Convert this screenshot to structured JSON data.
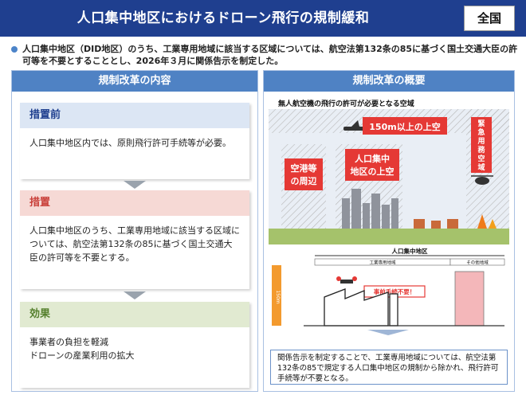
{
  "header": {
    "title": "人口集中地区におけるドローン飛行の規制緩和",
    "badge": "全国"
  },
  "intro": {
    "text": "人口集中地区（DID地区）のうち、工業専用地域に該当する区域については、航空法第132条の85に基づく国土交通大臣の許可等を不要とすることとし、2026年３月に関係告示を制定した。"
  },
  "left_panel": {
    "heading": "規制改革の内容",
    "boxes": [
      {
        "title": "措置前",
        "body": "人口集中地区内では、原則飛行許可手続等が必要。"
      },
      {
        "title": "措置",
        "body": "人口集中地区のうち、工業専用地域に該当する区域については、航空法第132条の85に基づく国土交通大臣の許可等を不要とする。"
      },
      {
        "title": "効果",
        "line1": "事業者の負担を軽減",
        "line2": "ドローンの産業利用の拡大"
      }
    ]
  },
  "right_panel": {
    "heading": "規制改革の概要",
    "scene_title": "無人航空機の飛行の許可が必要となる空域",
    "labels": {
      "airport": [
        "空港等",
        "の周辺"
      ],
      "did": [
        "人口集中",
        "地区の上空"
      ],
      "height": "150m以上の上空",
      "emergency": [
        "緊",
        "急",
        "用",
        "務",
        "空",
        "域"
      ]
    },
    "diagram": {
      "did_label": "人口集中地区",
      "industrial_label": "工業専用地域",
      "other_label": "その他地域",
      "no_procedure": "事前手続不要！",
      "side_label": "150m"
    },
    "note": "関係告示を制定することで、工業専用地域については、航空法第132条の85で規定する人口集中地区の規制から除かれ、飛行許可手続等が不要となる。"
  },
  "colors": {
    "header": "#1f3f8f",
    "panel_head": "#4f82c4",
    "airspace_red": "#e53935",
    "sky": "#dfe8f3"
  }
}
